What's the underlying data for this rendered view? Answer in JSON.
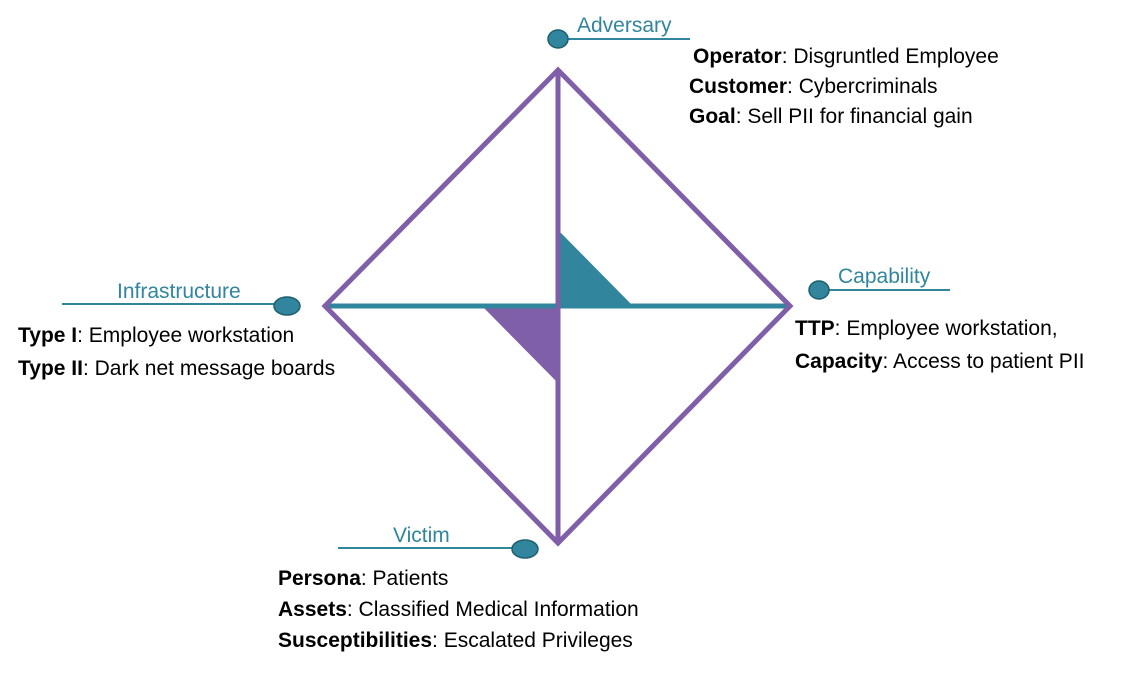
{
  "colors": {
    "diamond": "#7f5fa8",
    "accent": "#31859c",
    "text": "#000000"
  },
  "nodes": {
    "adversary": {
      "label": "Adversary",
      "rows": [
        {
          "key": "Operator",
          "value": ": Disgruntled Employee"
        },
        {
          "key": "Customer",
          "value": ": Cybercriminals"
        },
        {
          "key": "Goal",
          "value": ": Sell PII for financial gain"
        }
      ]
    },
    "infrastructure": {
      "label": "Infrastructure",
      "rows": [
        {
          "key": "Type I",
          "value": ": Employee workstation"
        },
        {
          "key": "Type II",
          "value": ": Dark net message boards"
        }
      ]
    },
    "capability": {
      "label": "Capability",
      "rows": [
        {
          "key": "TTP",
          "value": ":  Employee workstation,"
        },
        {
          "key": "Capacity",
          "value": ": Access to patient PII"
        }
      ]
    },
    "victim": {
      "label": "Victim",
      "rows": [
        {
          "key": "Persona",
          "value": ": Patients"
        },
        {
          "key": "Assets",
          "value": ": Classified Medical Information"
        },
        {
          "key": "Susceptibilities",
          "value": ": Escalated Privileges"
        }
      ]
    }
  }
}
